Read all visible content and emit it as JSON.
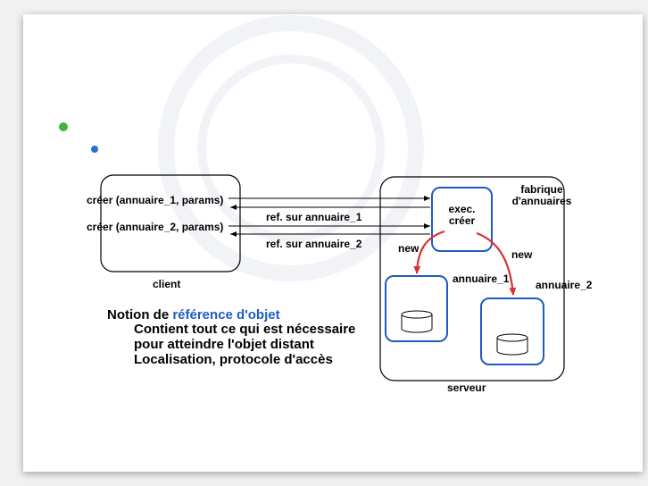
{
  "diagram": {
    "labels": {
      "creer_1": "créer (annuaire_1, params)",
      "creer_2": "créer (annuaire_2, params)",
      "ref_1": "ref. sur annuaire_1",
      "ref_2": "ref. sur annuaire_2",
      "client": "client",
      "exec_line1": "exec.",
      "exec_line2": "créer",
      "fabrique_line1": "fabrique",
      "fabrique_line2": "d'annuaires",
      "new_left": "new",
      "new_right": "new",
      "annuaire_1": "annuaire_1",
      "annuaire_2": "annuaire_2",
      "serveur": "serveur"
    }
  },
  "notion": {
    "prefix": "Notion de ",
    "highlight": "référence d'objet",
    "line2": "Contient tout ce qui est nécessaire",
    "line3": "pour atteindre l'objet distant",
    "line4": "Localisation, protocole d'accès"
  },
  "colors": {
    "accent_blue": "#1f5bc2",
    "arrow_red": "#d93030",
    "bullet_green": "#3fb53f",
    "bullet_blue": "#2a6fd6"
  }
}
